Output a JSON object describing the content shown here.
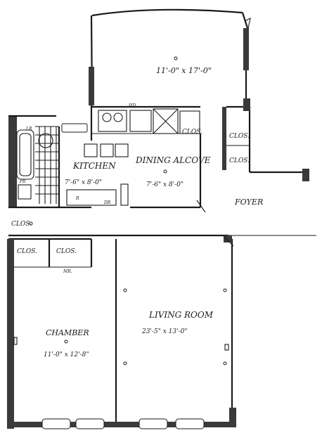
{
  "labels": {
    "top_room_dims": "11'-0\" x 17'-0\"",
    "kitchen": "KITCHEN",
    "kitchen_dims": "7'-6\" x 8'-0\"",
    "dining": "DINING ALCOVE",
    "dining_dims": "7'-6\" x 8'-0\"",
    "foyer": "FOYER",
    "living_room": "LIVING ROOM",
    "living_dims": "23'-5\" x 13'-0\"",
    "chamber": "CHAMBER",
    "chamber_dims": "11'-0\" x 12'-8\"",
    "clos_hall": "CLOS.",
    "clos_a": "CLOS.",
    "clos_b": "CLOS.",
    "clos_right1": "CLOS.",
    "clos_right2": "CLOS.",
    "clos_right3": "CLOS.",
    "mr": "MR.",
    "r": "R",
    "dr": "DR",
    "hd": "HD",
    "lr": "LR",
    "pr": "PR"
  }
}
